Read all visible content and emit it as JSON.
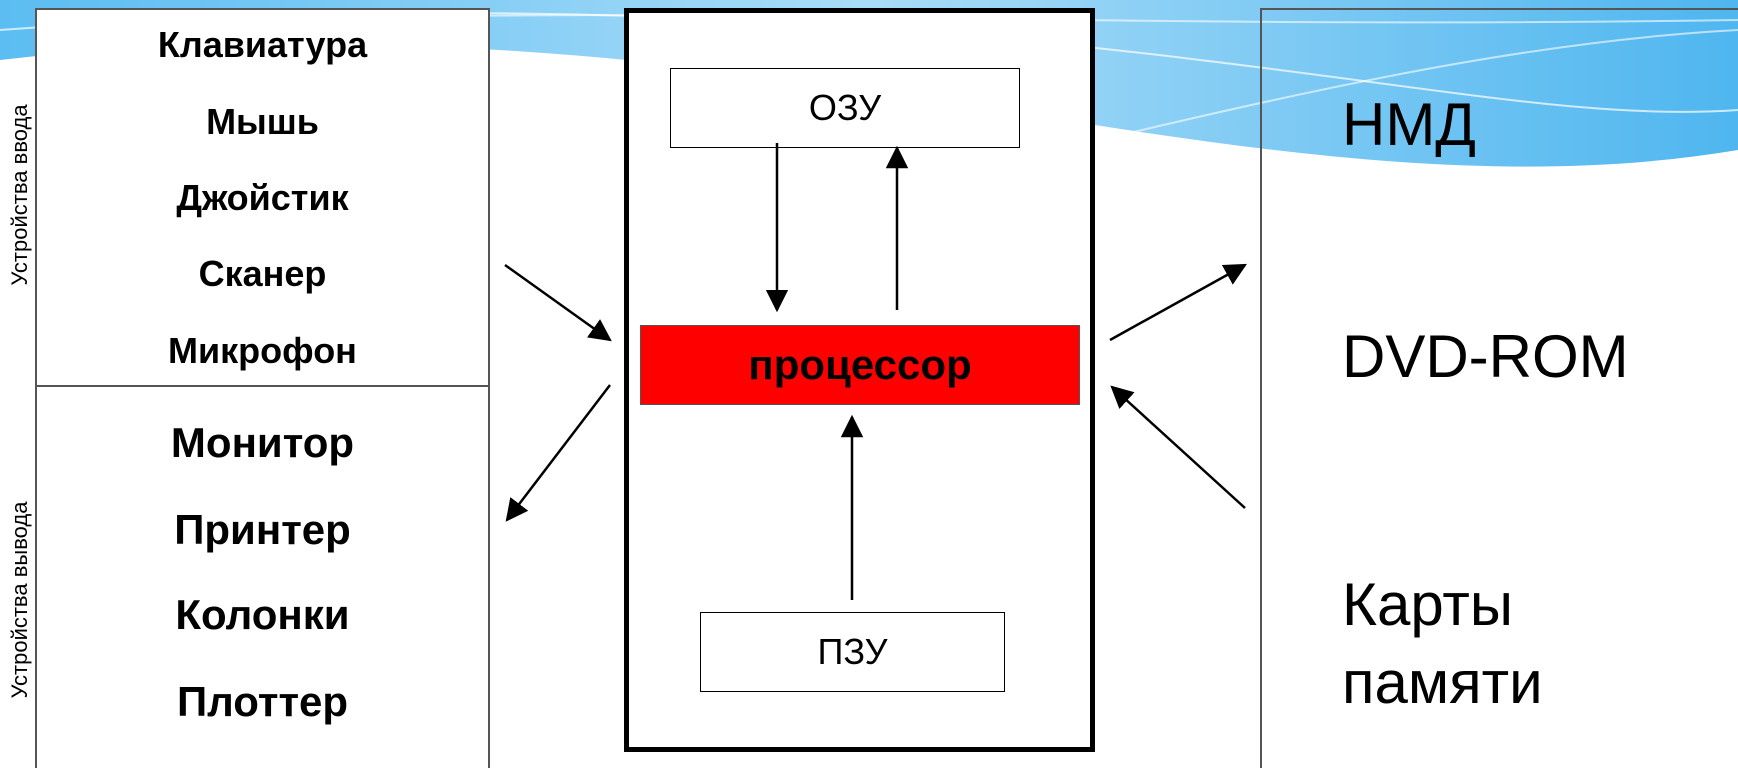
{
  "left": {
    "input_label": "Устройства ввода",
    "output_label": "Устройства вывода",
    "input_devices": [
      "Клавиатура",
      "Мышь",
      "Джойстик",
      "Сканер",
      "Микрофон"
    ],
    "output_devices": [
      "Монитор",
      "Принтер",
      "Колонки",
      "Плоттер"
    ]
  },
  "center": {
    "ram": "ОЗУ",
    "cpu": "процессор",
    "rom": "ПЗУ"
  },
  "right": {
    "storage": [
      "НМД",
      "DVD-ROM",
      "Карты",
      "памяти"
    ]
  },
  "colors": {
    "cpu_fill": "#ff0000",
    "wave_light": "#bfe6fb",
    "wave_dark": "#4fb6ef"
  }
}
